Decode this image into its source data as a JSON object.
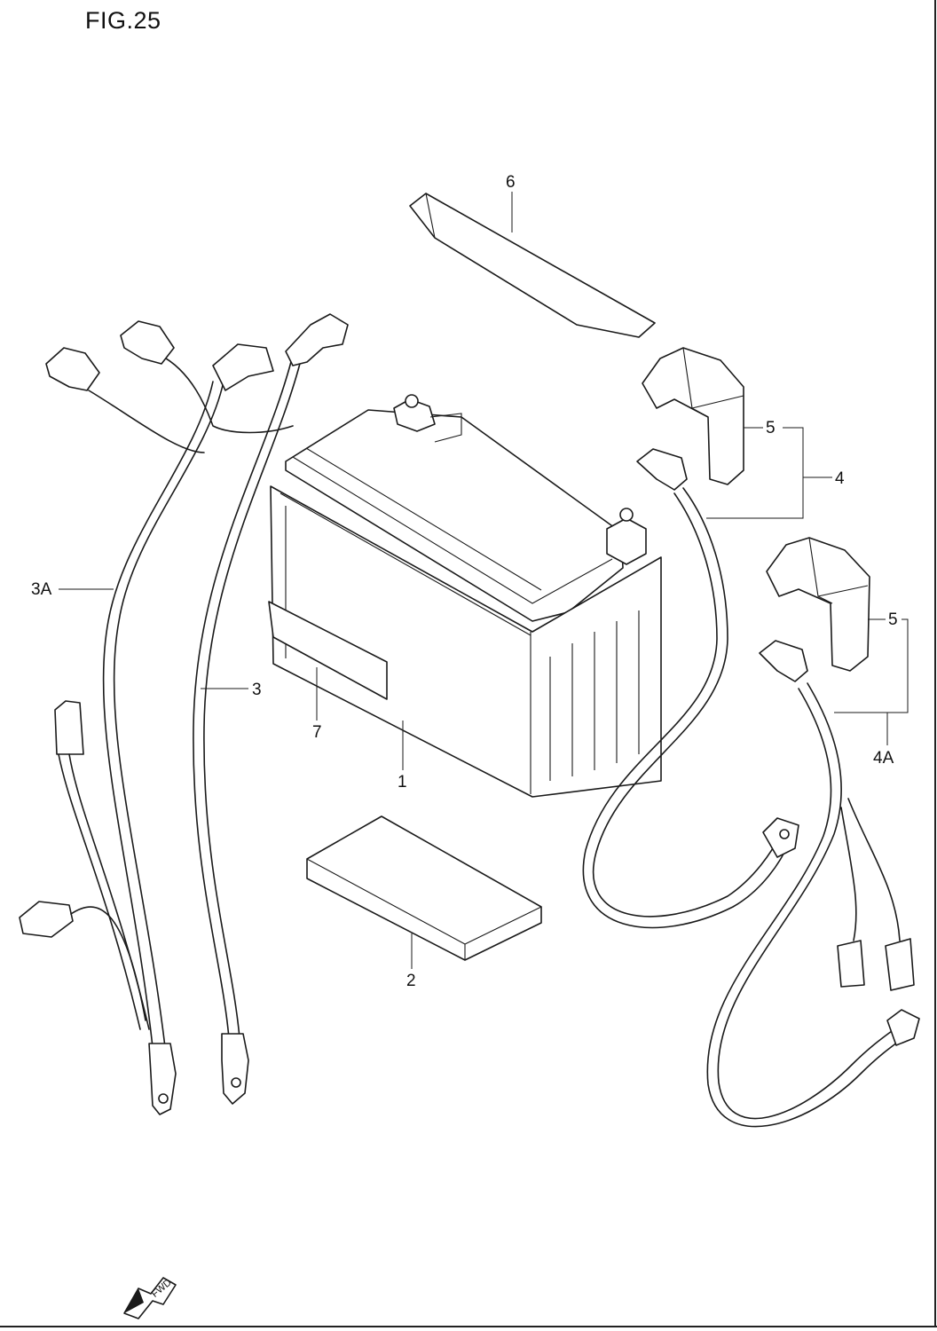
{
  "figure": {
    "title": "FIG.25"
  },
  "callouts": {
    "c1": "1",
    "c2": "2",
    "c3": "3",
    "c3a": "3A",
    "c4": "4",
    "c4a": "4A",
    "c5a": "5",
    "c5b": "5",
    "c6": "6",
    "c7": "7"
  },
  "direction_marker": {
    "label": "FWD",
    "icon": "forward-arrow-icon"
  },
  "colors": {
    "line": "#1a1a1a",
    "background": "#ffffff"
  }
}
